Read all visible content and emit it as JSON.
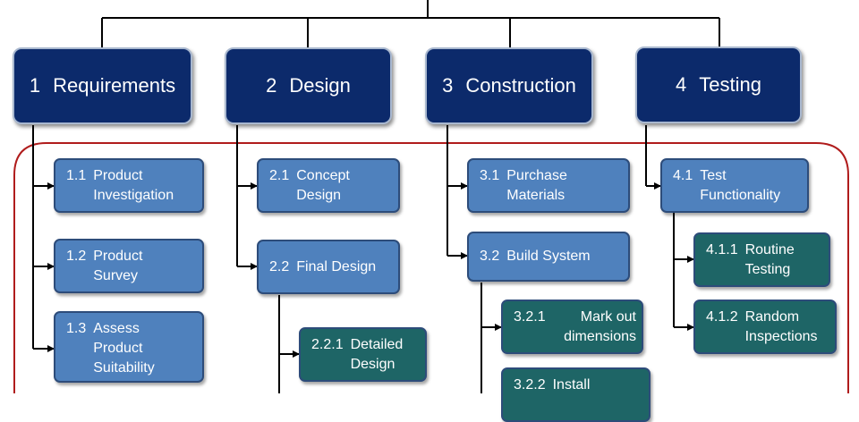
{
  "colors": {
    "top_box": "#0c2a6b",
    "sub_box": "#4f81bd",
    "leaf_box": "#1e6566",
    "frame": "#b01c1c"
  },
  "phases": [
    {
      "num": "1",
      "name": "Requirements"
    },
    {
      "num": "2",
      "name": "Design"
    },
    {
      "num": "3",
      "name": "Construction"
    },
    {
      "num": "4",
      "name": "Testing"
    }
  ],
  "tasks": {
    "t1_1": {
      "num": "1.1",
      "name": "Product Investigation"
    },
    "t1_2": {
      "num": "1.2",
      "name": "Product Survey"
    },
    "t1_3": {
      "num": "1.3",
      "name": "Assess Product Suitability"
    },
    "t2_1": {
      "num": "2.1",
      "name": "Concept Design"
    },
    "t2_2": {
      "num": "2.2",
      "name": "Final Design"
    },
    "t2_2_1": {
      "num": "2.2.1",
      "name": "Detailed Design"
    },
    "t3_1": {
      "num": "3.1",
      "name": "Purchase Materials"
    },
    "t3_2": {
      "num": "3.2",
      "name": "Build System"
    },
    "t3_2_1": {
      "num": "3.2.1",
      "name": "Mark out dimensions"
    },
    "t3_2_2": {
      "num": "3.2.2",
      "name": "Install"
    },
    "t4_1": {
      "num": "4.1",
      "name": "Test Functionality"
    },
    "t4_1_1": {
      "num": "4.1.1",
      "name": "Routine Testing"
    },
    "t4_1_2": {
      "num": "4.1.2",
      "name": "Random Inspections"
    }
  }
}
